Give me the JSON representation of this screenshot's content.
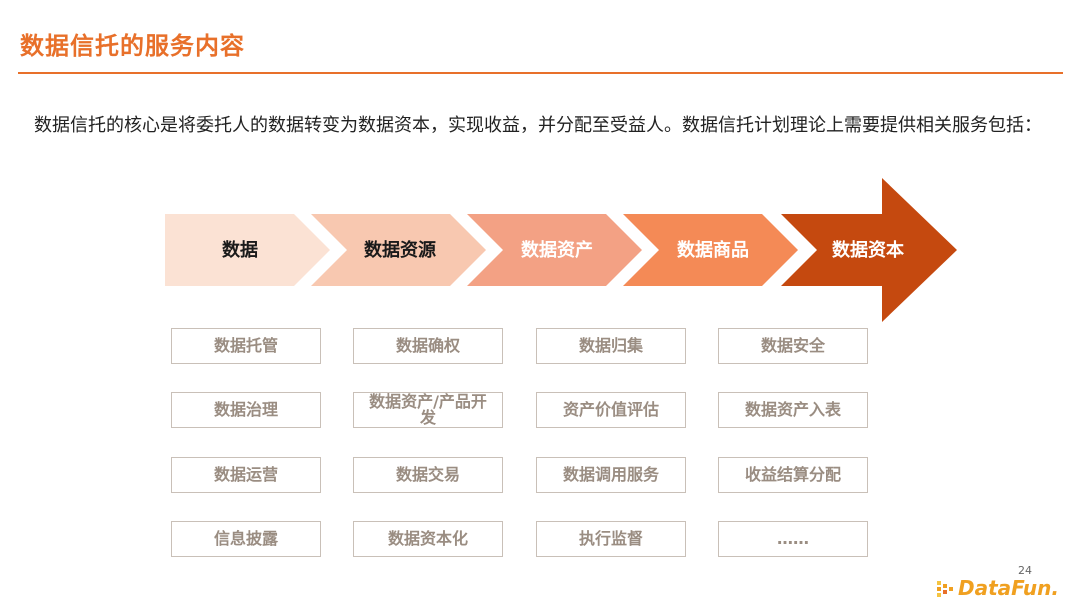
{
  "header": {
    "title": "数据信托的服务内容"
  },
  "intro": "数据信托的核心是将委托人的数据转变为数据资本，实现收益，并分配至受益人。数据信托计划理论上需要提供相关服务包括：",
  "flow": {
    "stages": [
      {
        "label": "数据",
        "fill": "#fbe2d4",
        "text_color": "#1a1a1a"
      },
      {
        "label": "数据资源",
        "fill": "#f8c8b0",
        "text_color": "#1a1a1a"
      },
      {
        "label": "数据资产",
        "fill": "#f3a184",
        "text_color": "#ffffff"
      },
      {
        "label": "数据商品",
        "fill": "#f48a56",
        "text_color": "#ffffff"
      },
      {
        "label": "数据资本",
        "fill": "#c5490f",
        "text_color": "#ffffff"
      }
    ]
  },
  "services": [
    [
      "数据托管",
      "数据确权",
      "数据归集",
      "数据安全"
    ],
    [
      "数据治理",
      "数据资产/产品开发",
      "资产价值评估",
      "数据资产入表"
    ],
    [
      "数据运营",
      "数据交易",
      "数据调用服务",
      "收益结算分配"
    ],
    [
      "信息披露",
      "数据资本化",
      "执行监督",
      "……"
    ]
  ],
  "footer": {
    "page_number": "24",
    "logo_text": "DataFun.",
    "logo_icon": "datafun-logo-icon"
  },
  "colors": {
    "accent": "#e8702a",
    "box_border": "#c9c0b8",
    "box_text": "#9a8d82"
  }
}
